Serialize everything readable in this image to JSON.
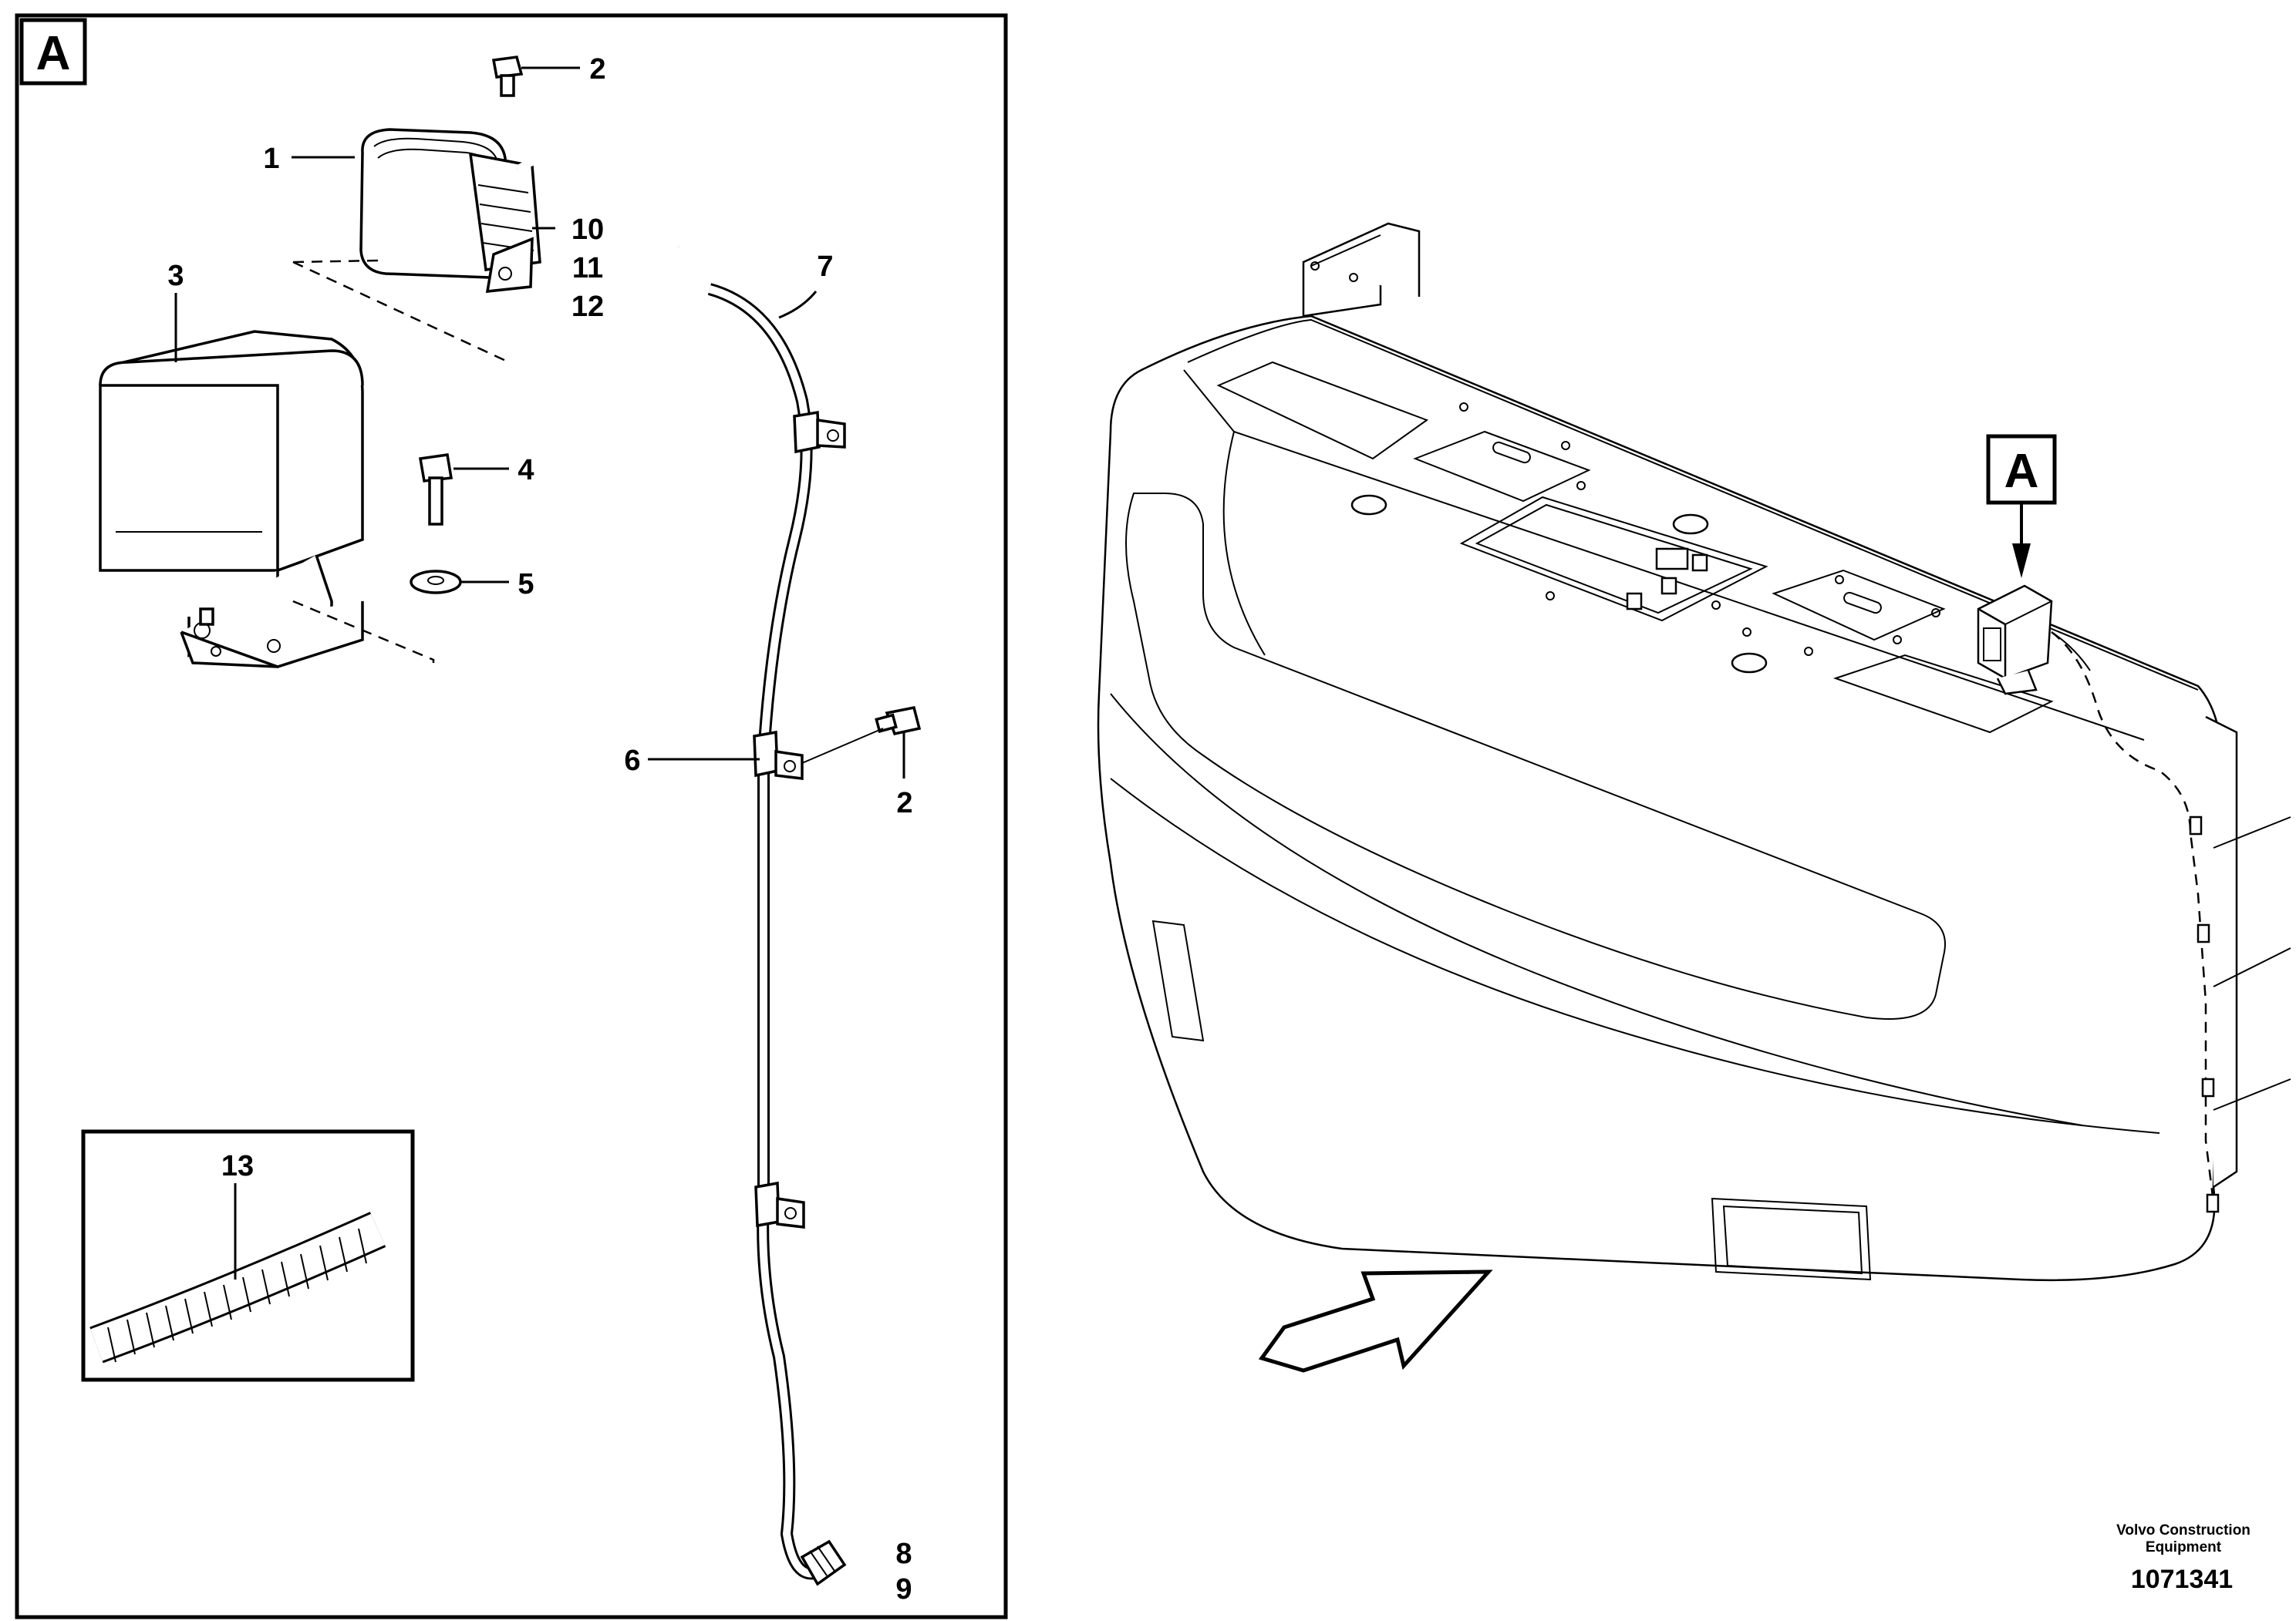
{
  "detail_view": {
    "tag": "A",
    "callouts": [
      "1",
      "2",
      "3",
      "4",
      "5",
      "6",
      "2",
      "7",
      "8",
      "9",
      "10",
      "11",
      "12",
      "13"
    ]
  },
  "main_view": {
    "tag": "A"
  },
  "footer": {
    "brand_line1": "Volvo Construction",
    "brand_line2": "Equipment",
    "document_number": "1071341"
  }
}
